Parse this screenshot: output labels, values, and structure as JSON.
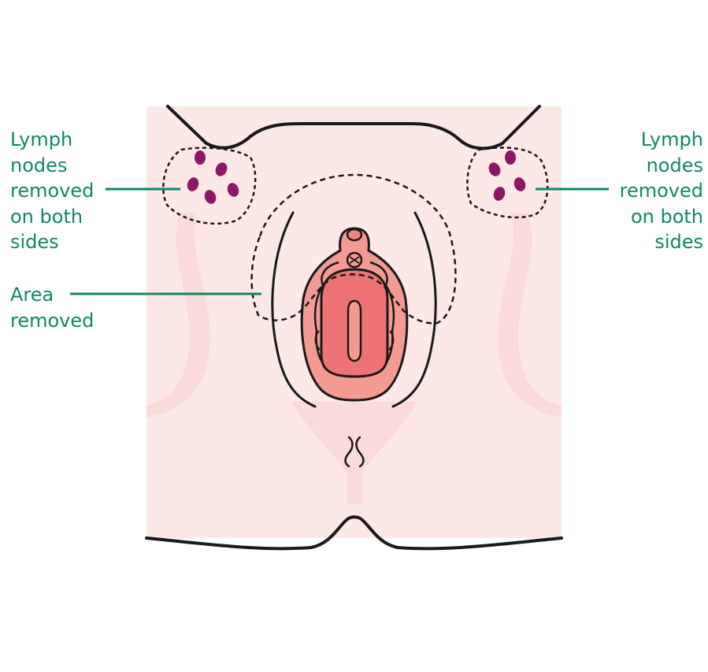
{
  "labels": {
    "left_nodes": [
      "Lymph",
      "nodes",
      "removed",
      "on both",
      "sides"
    ],
    "area": [
      "Area",
      "removed"
    ],
    "right_nodes": [
      "Lymph",
      "nodes",
      "removed",
      "on both",
      "sides"
    ]
  },
  "colors": {
    "skin": "#fce9e7",
    "skin_shadow": "#f7d6d3",
    "outline": "#1a1a1a",
    "vulva_outer": "#f39a93",
    "vulva_inner": "#ee7276",
    "vulva_mid": "#f1837f",
    "lymph_node": "#8f1566",
    "callout_text": "#0f8768",
    "callout_line": "#0f8768"
  }
}
